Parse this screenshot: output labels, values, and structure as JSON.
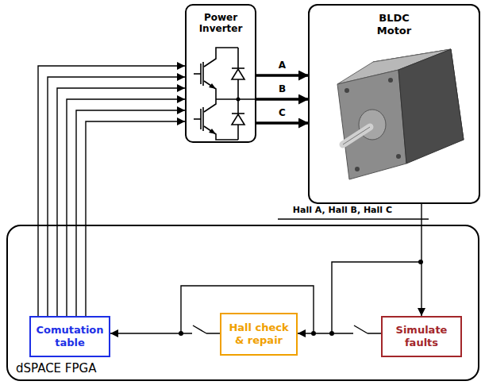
{
  "diagram": {
    "nodes": [
      {
        "text": [
          "Power Inverter"
        ]
      },
      {
        "text": [
          "BLDC Motor"
        ]
      },
      {
        "text": [
          "dSPACE FPGA"
        ]
      },
      {
        "text": [
          "Comutation table"
        ],
        "in": 2
      },
      {
        "text": [
          "Hall check & repair"
        ],
        "in": 2
      },
      {
        "text": [
          "Simulate faults"
        ],
        "in": 2
      }
    ],
    "edges": [
      {
        "from": 3,
        "to": 0,
        "arrow": "to"
      },
      {
        "from": 3,
        "to": 0,
        "arrow": "to"
      },
      {
        "from": 3,
        "to": 0,
        "arrow": "to"
      },
      {
        "from": 3,
        "to": 0,
        "arrow": "to"
      },
      {
        "from": 3,
        "to": 0,
        "arrow": "to"
      },
      {
        "from": 3,
        "to": 0,
        "arrow": "to"
      },
      {
        "from": 0,
        "to": 1,
        "label": "A",
        "arrow": "to"
      },
      {
        "from": 0,
        "to": 1,
        "label": "B",
        "arrow": "to"
      },
      {
        "from": 0,
        "to": 1,
        "label": "C",
        "arrow": "to"
      },
      {
        "from": 1,
        "to": 5,
        "label": "Hall A, Hall B, Hall C",
        "arrow": "to"
      },
      {
        "from": 5,
        "to": 4,
        "arrow": "to"
      },
      {
        "from": 4,
        "to": 3,
        "arrow": "to"
      }
    ]
  }
}
